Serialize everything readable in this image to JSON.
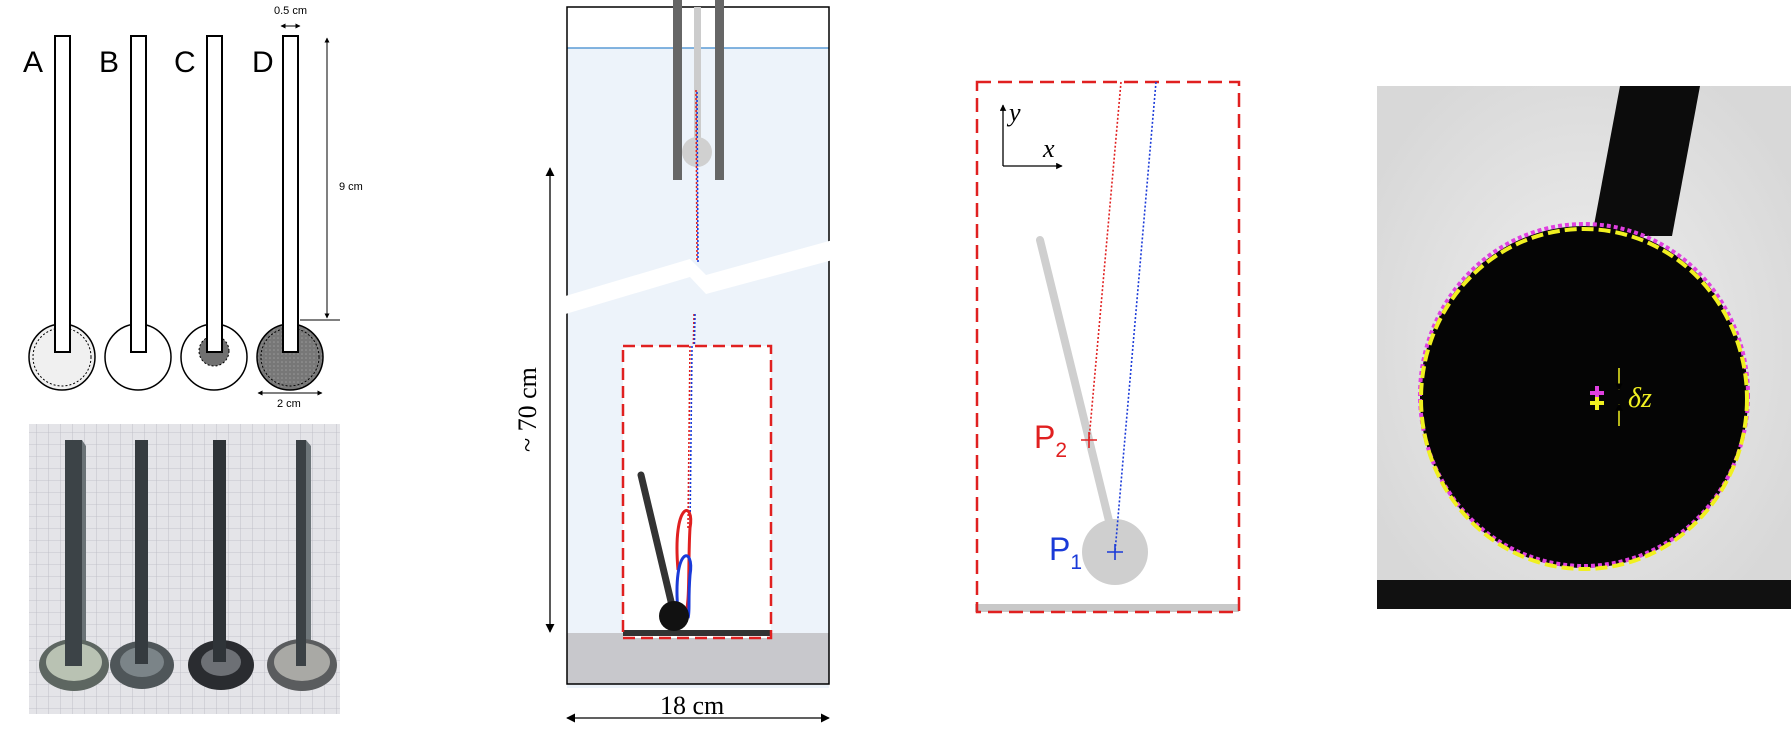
{
  "panel_a": {
    "rod_labels": [
      "A",
      "B",
      "C",
      "D"
    ],
    "width_label": "0.5 cm",
    "height_label": "9 cm",
    "diameter_label": "2 cm"
  },
  "panel_b": {
    "height_label": "~ 70 cm",
    "width_label": "18 cm"
  },
  "panel_c": {
    "x_axis_label": "x",
    "y_axis_label": "y",
    "p2_label": "P",
    "p2_sub": "2",
    "p1_label": "P",
    "p1_sub": "1"
  },
  "panel_d": {
    "offset_label": "δz"
  },
  "colors": {
    "red": "#e02020",
    "blue": "#1a3ad8",
    "magenta": "#e040e0",
    "yellow": "#f0f020",
    "water": "#edf3fa",
    "water_line": "#5b9bd5",
    "bottom": "#c8c8cc",
    "rod_gray": "#cfcfcf"
  }
}
